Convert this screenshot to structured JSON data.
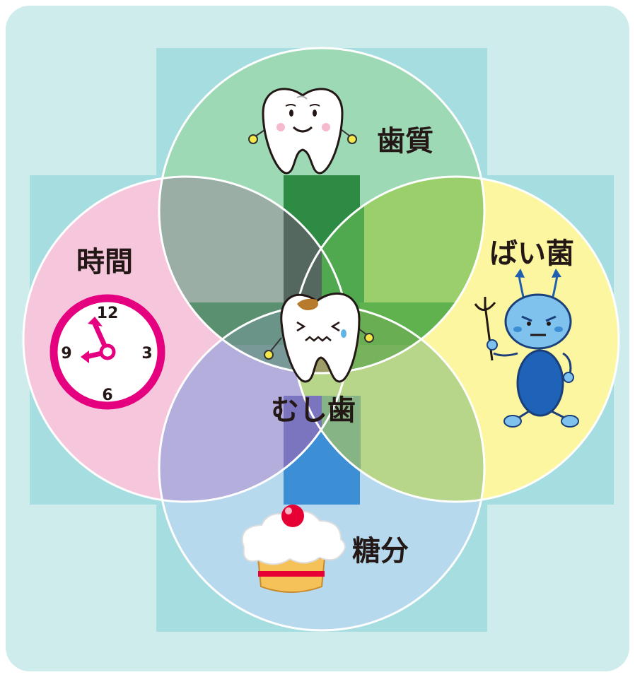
{
  "diagram": {
    "labels": {
      "top": "歯質",
      "left": "時間",
      "right": "ばい菌",
      "bottom": "糖分",
      "center": "むし歯"
    },
    "clock": {
      "numbers": [
        "12",
        "3",
        "6",
        "9"
      ],
      "color": "#e4007f"
    },
    "colors": {
      "background": "#cdeceb",
      "cross": "#a6dde0",
      "top_circle": "#9ed9b6",
      "left_circle": "#f6c6dd",
      "right_circle": "#fcf6a0",
      "bottom_circle": "#b6d9ee",
      "tooth": "#ffffff",
      "bug": "#2f8fd6",
      "cake_cream": "#ffffff",
      "cherry": "#e60033"
    },
    "icons": {
      "top": "happy-tooth-icon",
      "left": "clock-icon",
      "right": "bug-devil-icon",
      "bottom": "cake-icon",
      "center": "decayed-tooth-icon"
    }
  }
}
